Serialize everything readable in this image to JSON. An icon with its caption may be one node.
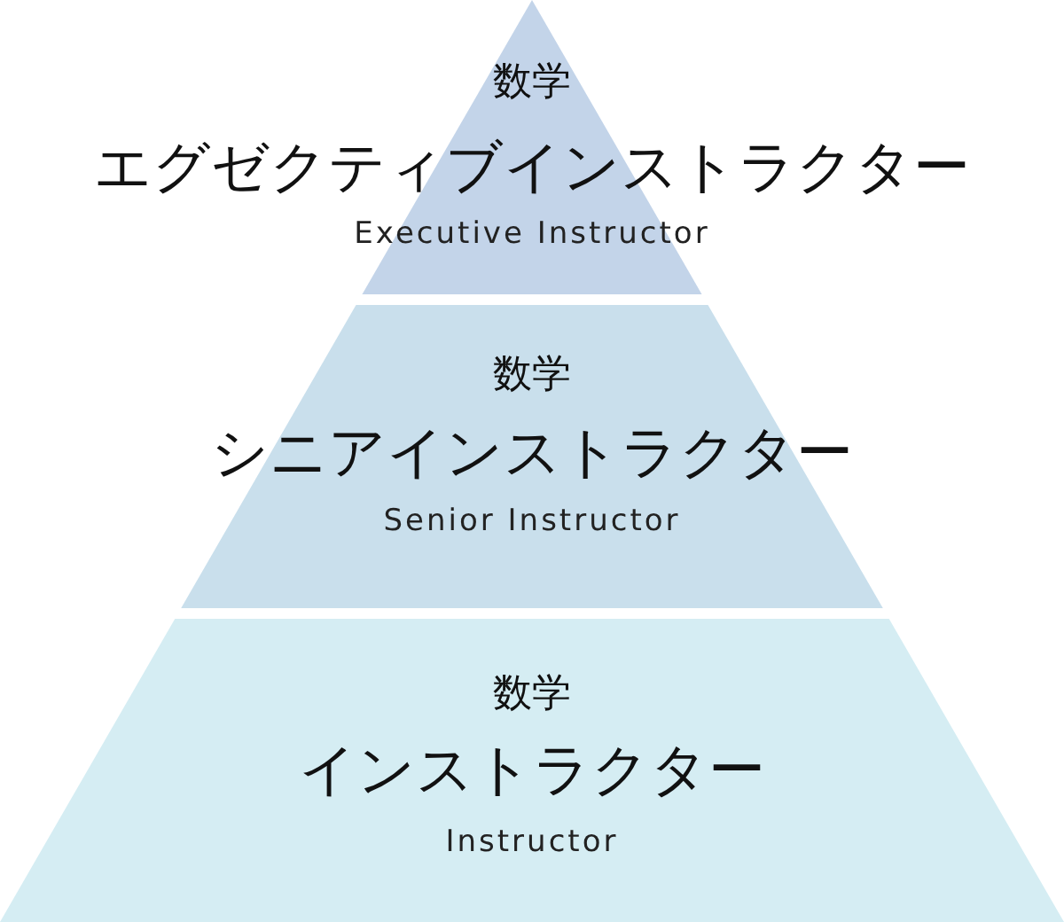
{
  "diagram": {
    "nodes": [
      {
        "text": [
          "数学",
          "エグゼクティブインストラクター",
          "Executive Instructor"
        ]
      },
      {
        "text": [
          "数学",
          "シニアインストラクター",
          "Senior Instructor"
        ]
      },
      {
        "text": [
          "数学",
          "インストラクター",
          "Instructor"
        ]
      }
    ]
  }
}
